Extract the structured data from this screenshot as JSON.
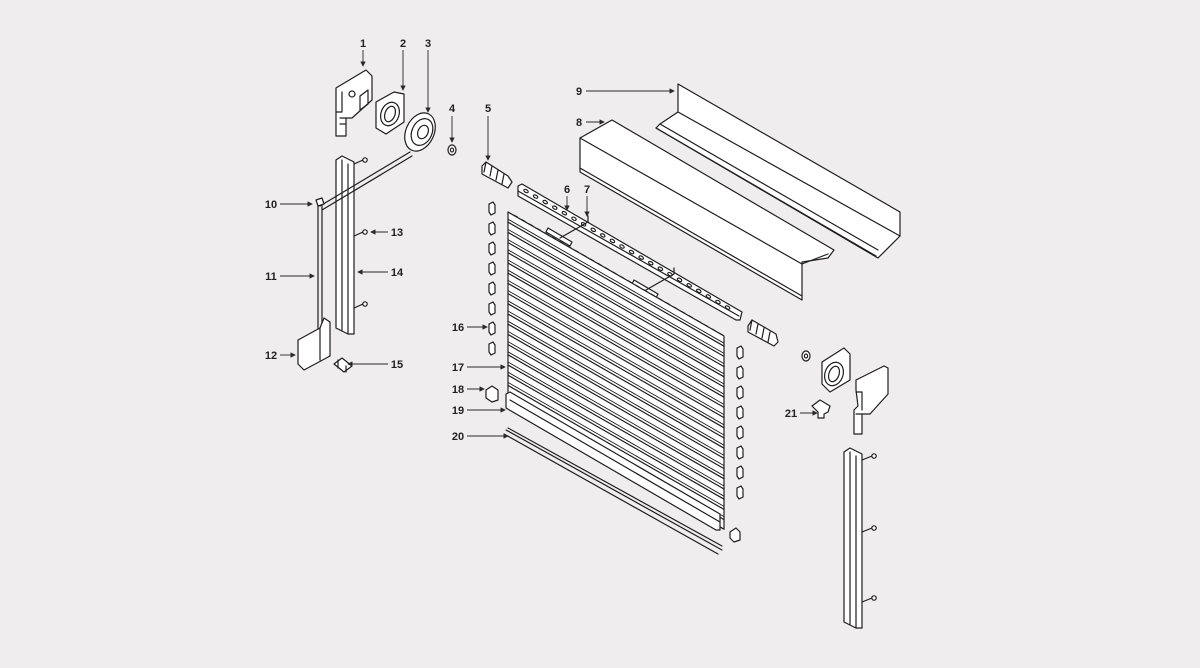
{
  "callouts": [
    {
      "n": "1"
    },
    {
      "n": "2"
    },
    {
      "n": "3"
    },
    {
      "n": "4"
    },
    {
      "n": "5"
    },
    {
      "n": "6"
    },
    {
      "n": "7"
    },
    {
      "n": "8"
    },
    {
      "n": "9"
    },
    {
      "n": "10"
    },
    {
      "n": "11"
    },
    {
      "n": "12"
    },
    {
      "n": "13"
    },
    {
      "n": "14"
    },
    {
      "n": "15"
    },
    {
      "n": "16"
    },
    {
      "n": "17"
    },
    {
      "n": "18"
    },
    {
      "n": "19"
    },
    {
      "n": "20"
    },
    {
      "n": "21"
    }
  ],
  "slats": {
    "count": 16
  }
}
